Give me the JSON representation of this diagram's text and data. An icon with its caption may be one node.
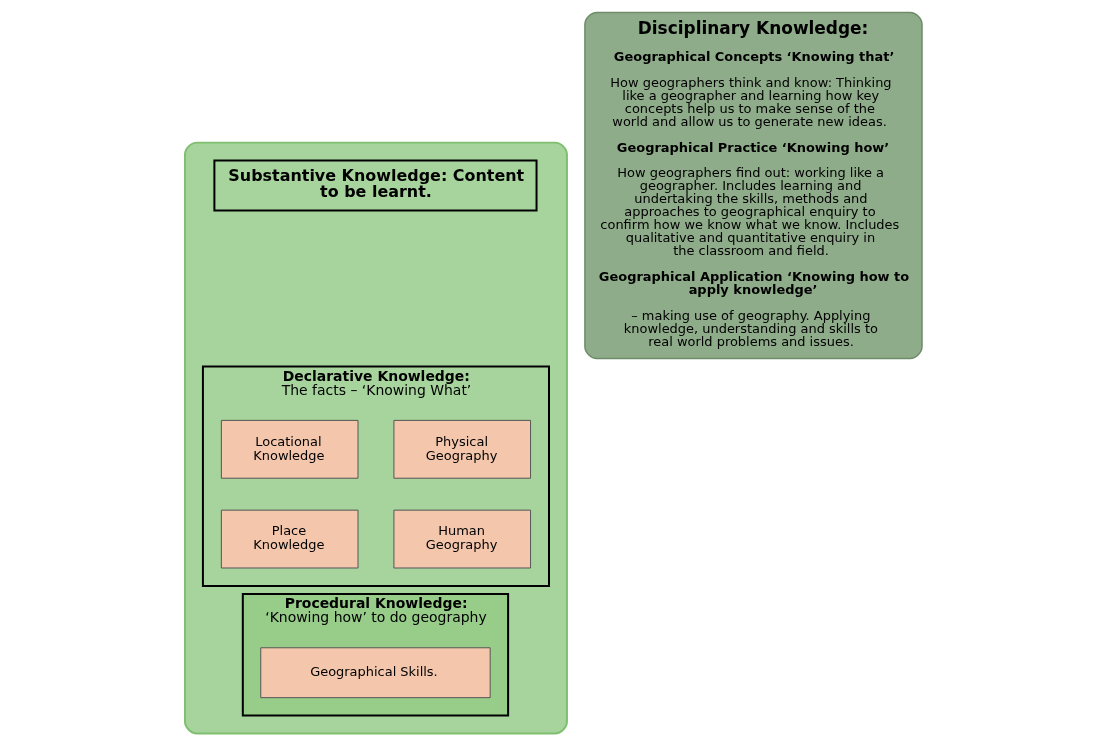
{
  "diagram": {
    "nodes": [
      {
        "text": [],
        "shape": "box"
      },
      {
        "text": [
          "Substantive Knowledge: Content to be learnt."
        ],
        "in": 0
      },
      {
        "text": [
          "Declarative Knowledge:",
          "The facts – ‘Knowing What’"
        ],
        "in": 0
      },
      {
        "text": [
          "Locational Knowledge"
        ],
        "in": 2
      },
      {
        "text": [
          "Physical Geography"
        ],
        "in": 2
      },
      {
        "text": [
          "Place Knowledge"
        ],
        "in": 2
      },
      {
        "text": [
          "Human Geography"
        ],
        "in": 2
      },
      {
        "text": [
          "Procedural Knowledge:",
          "‘Knowing how’ to do geography"
        ],
        "in": 0
      },
      {
        "text": [
          "Geographical Skills."
        ],
        "in": 7
      },
      {
        "text": [
          "Disciplinary Knowledge:",
          "Geographical Concepts ‘Knowing that’",
          "How geographers think and know: Thinking like a geographer and learning how key concepts help us to make sense of the world and allow us to generate new ideas.",
          "Geographical Practice ‘Knowing how’",
          "How geographers find out: working like a geographer. Includes learning and undertaking the skills, methods and approaches to geographical enquiry to confirm how we know what we know. Includes qualitative and quantitative enquiry in the classroom and field.",
          "Geographical Application ‘Knowing how to apply knowledge’",
          "– making use of geography. Applying knowledge, understanding and skills to real world problems and issues."
        ]
      }
    ],
    "edges": []
  }
}
